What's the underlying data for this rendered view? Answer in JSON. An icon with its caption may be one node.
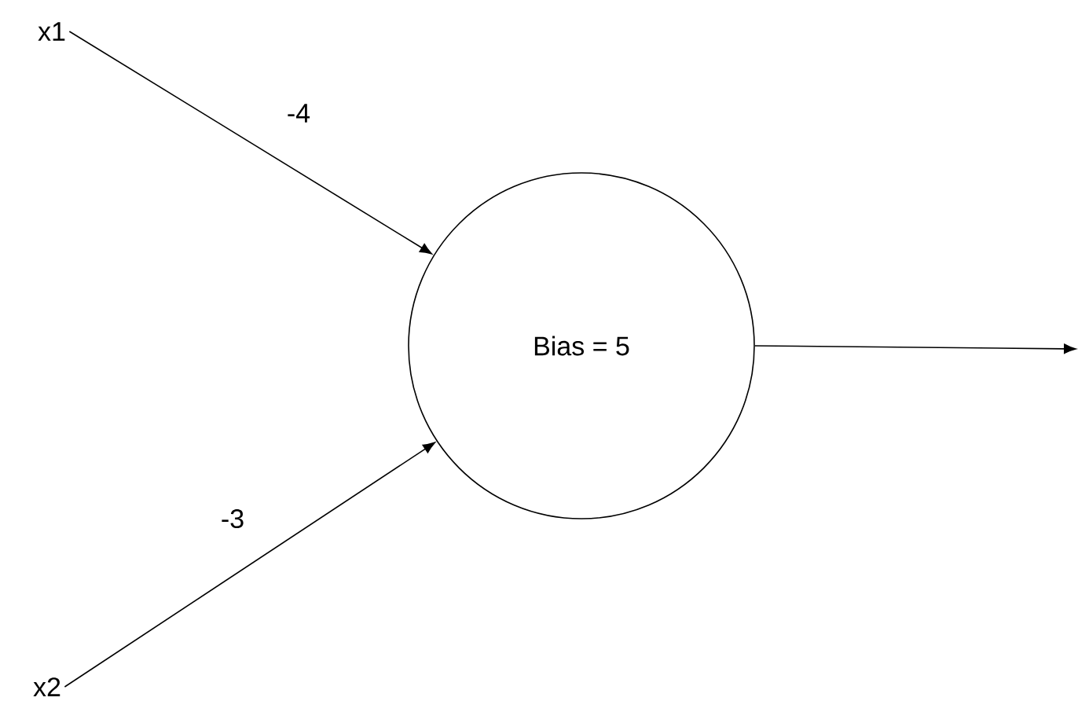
{
  "diagram": {
    "nodes": [
      {
        "text": [
          "x1"
        ]
      },
      {
        "text": [
          "Bias = 5"
        ]
      },
      {
        "text": [
          "x2"
        ]
      }
    ],
    "edges": [
      {
        "from": 0,
        "to": 1,
        "arrow": "to",
        "label": "-4"
      },
      {
        "from": 2,
        "to": 1,
        "arrow": "to",
        "label": "-3"
      },
      {
        "from": 1,
        "to": null,
        "arrow": "to"
      }
    ]
  }
}
